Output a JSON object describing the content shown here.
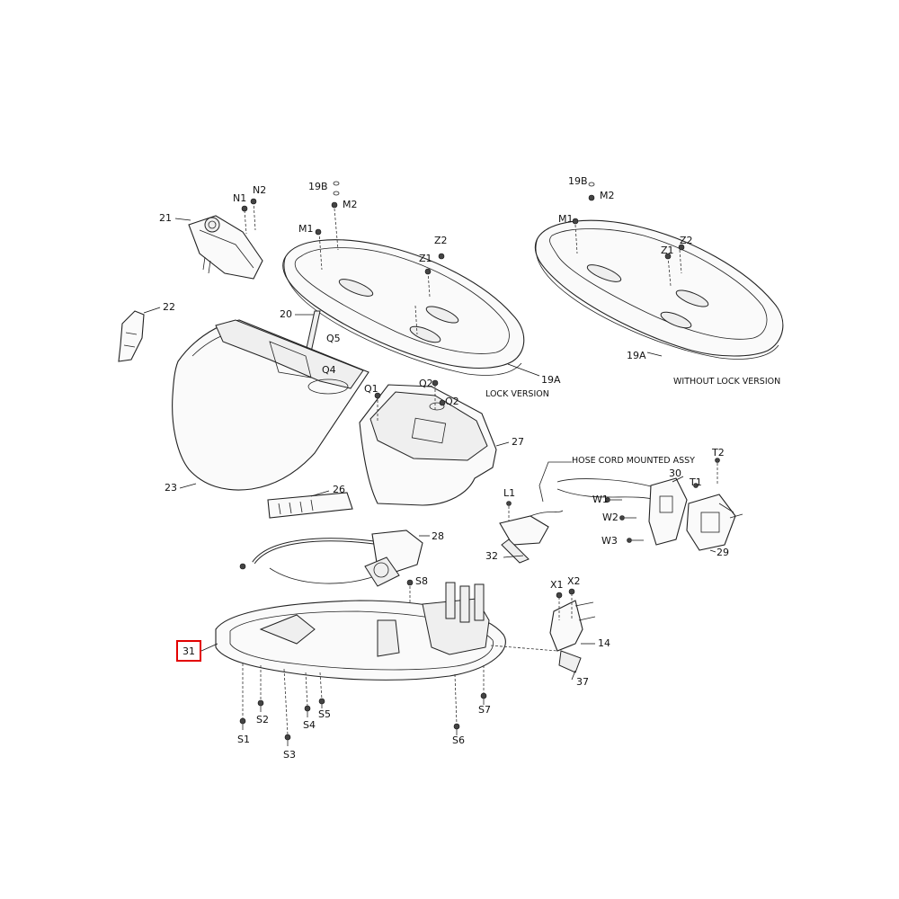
{
  "diagram": {
    "labels": {
      "n1": "N1",
      "n2": "N2",
      "p19b_left": "19B",
      "m2_left": "M2",
      "m1_left": "M1",
      "z1_left": "Z1",
      "z2_left": "Z2",
      "p19b_right": "19B",
      "m2_right": "M2",
      "m1_right": "M1",
      "z1_right": "Z1",
      "z2_right": "Z2",
      "p21": "21",
      "p22": "22",
      "p20": "20",
      "q5": "Q5",
      "q4": "Q4",
      "q1": "Q1",
      "q2a": "Q2",
      "q2b": "Q2",
      "p19a_left": "19A",
      "p19a_right": "19A",
      "p23": "23",
      "p26": "26",
      "p27": "27",
      "p28": "28",
      "t2": "T2",
      "t1": "T1",
      "p30": "30",
      "w1": "W1",
      "w2": "W2",
      "w3": "W3",
      "l1": "L1",
      "p32": "32",
      "p29": "29",
      "s8": "S8",
      "x1": "X1",
      "x2": "X2",
      "p14": "14",
      "p37": "37",
      "p31": "31",
      "s1": "S1",
      "s2": "S2",
      "s3": "S3",
      "s4": "S4",
      "s5": "S5",
      "s6": "S6",
      "s7": "S7"
    },
    "captions": {
      "lock_version": "LOCK VERSION",
      "without_lock_version": "WITHOUT LOCK VERSION",
      "hose_cord": "HOSE CORD MOUNTED ASSY"
    },
    "highlighted_part": "31",
    "highlight_color": "#e30000"
  }
}
